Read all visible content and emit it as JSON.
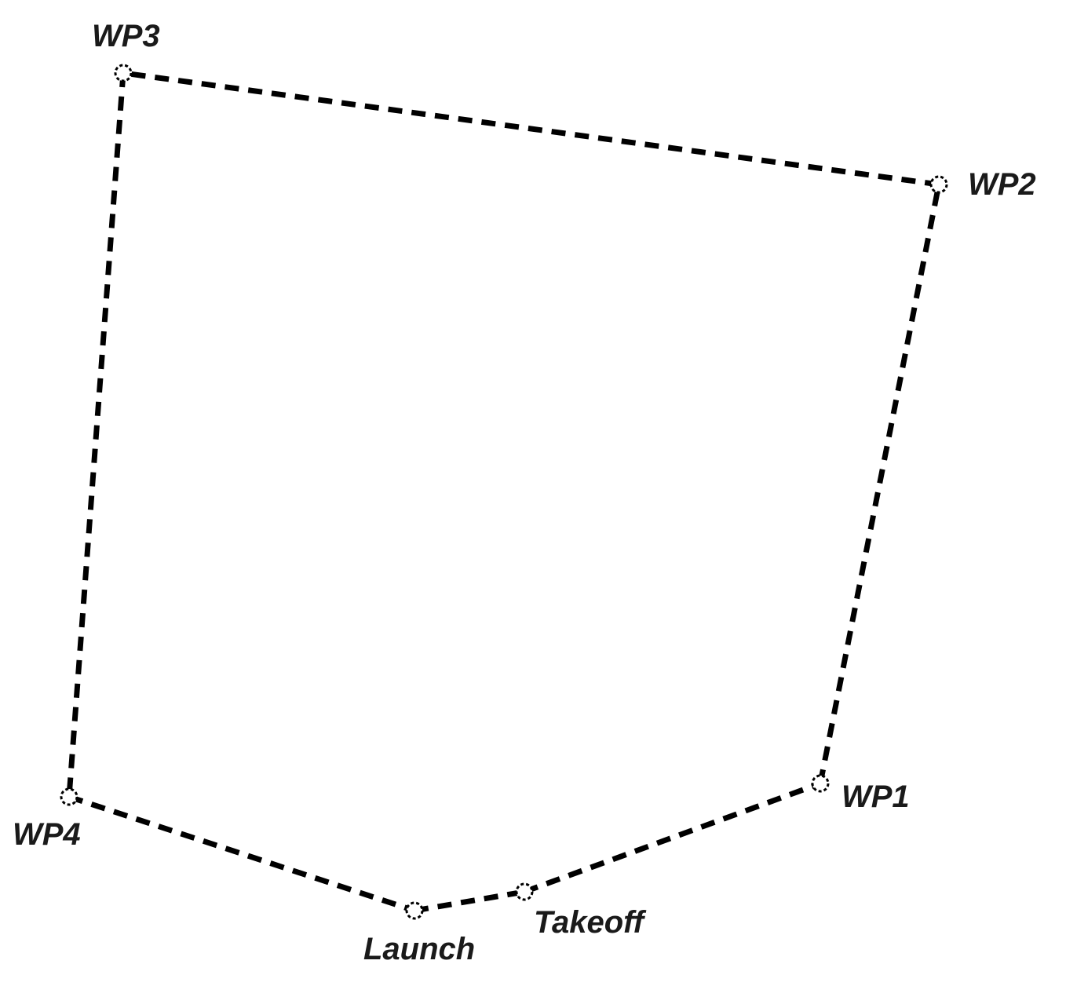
{
  "diagram": {
    "path_color": "#000000",
    "label_color": "#1a1a1a",
    "waypoints": [
      {
        "id": "launch",
        "label": "Launch"
      },
      {
        "id": "takeoff",
        "label": "Takeoff"
      },
      {
        "id": "wp1",
        "label": "WP1"
      },
      {
        "id": "wp2",
        "label": "WP2"
      },
      {
        "id": "wp3",
        "label": "WP3"
      },
      {
        "id": "wp4",
        "label": "WP4"
      }
    ],
    "route_order": [
      "launch",
      "takeoff",
      "wp1",
      "wp2",
      "wp3",
      "wp4",
      "launch"
    ],
    "marker_icon": "waypoint-marker-icon",
    "line_style": "dashed"
  }
}
